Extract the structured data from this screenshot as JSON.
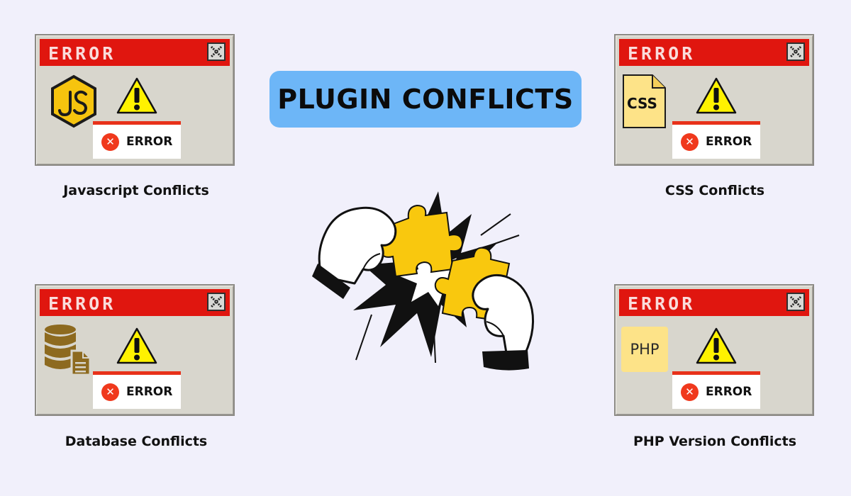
{
  "title": "PLUGIN CONFLICTS",
  "window_title": "ERROR",
  "error_badge": {
    "icon": "x-circle-icon",
    "label": "ERROR"
  },
  "panels": [
    {
      "caption": "Javascript Conflicts",
      "icon": "js-hexagon-icon"
    },
    {
      "caption": "CSS Conflicts",
      "icon": "css-file-icon",
      "badge_text": "CSS"
    },
    {
      "caption": "Database Conflicts",
      "icon": "database-document-icon"
    },
    {
      "caption": "PHP Version Conflicts",
      "icon": "php-badge-icon",
      "badge_text": "PHP"
    }
  ],
  "colors": {
    "background": "#f1f0fb",
    "title_pill": "#6db6f7",
    "error_red": "#e0160f",
    "window_gray": "#d8d6cd",
    "warning_yellow": "#fff200",
    "puzzle_yellow": "#f9c80e"
  }
}
